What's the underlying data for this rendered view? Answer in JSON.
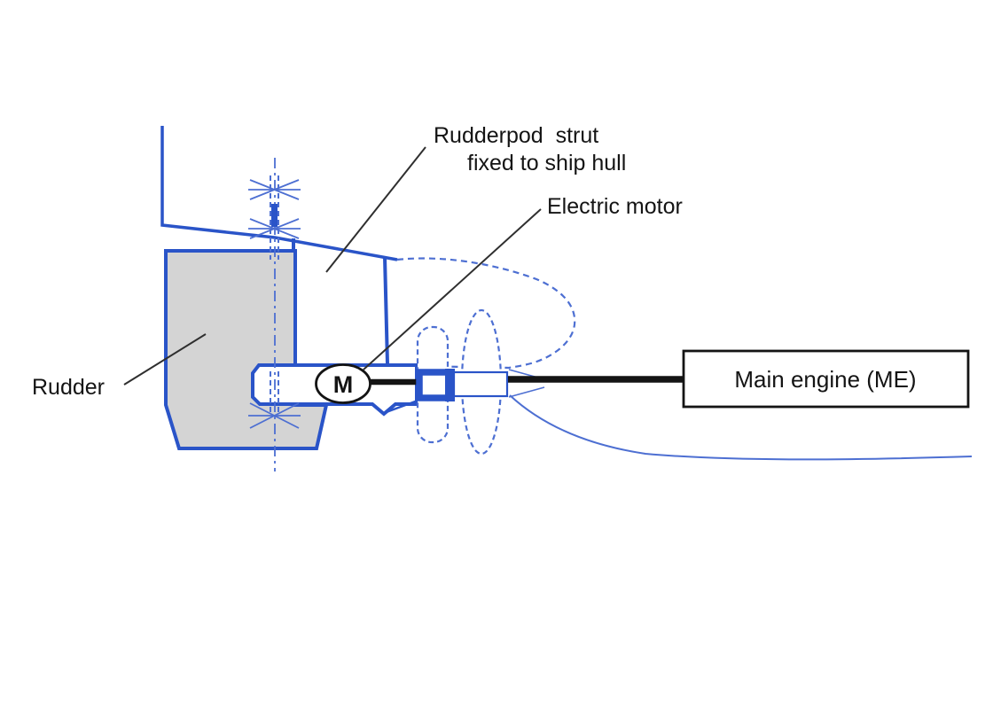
{
  "labels": {
    "rudderpod_strut_line1": "Rudderpod  strut",
    "rudderpod_strut_line2": "fixed to ship hull",
    "electric_motor": "Electric motor",
    "rudder": "Rudder",
    "main_engine": "Main engine (ME)",
    "motor_symbol": "M"
  },
  "colors": {
    "diagram_blue": "#2a54c8",
    "diagram_blue_light": "#4d6fd2",
    "rudder_gray": "#d4d4d4",
    "line_black": "#141414",
    "leader": "#2f2f2f",
    "text": "#141414",
    "background": "#ffffff"
  }
}
